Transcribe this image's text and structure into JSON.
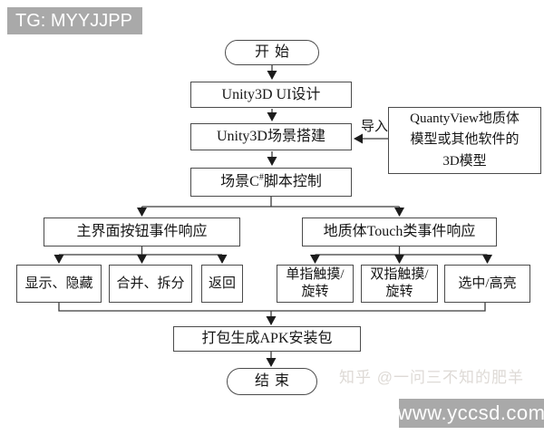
{
  "badges": {
    "tg": "TG: MYYJJPP",
    "site": "www.yccsd.com"
  },
  "watermark": "知乎 @一问三不知的肥羊",
  "colors": {
    "badge_bg": "#a9a9a9",
    "badge_text": "#ffffff",
    "line": "#3a3a3a",
    "box_border": "#4b4b4b",
    "watermark_text": "#dedad6"
  },
  "flowchart": {
    "start": "开始",
    "ui_design": "Unity3D UI设计",
    "scene_build": "Unity3D场景搭建",
    "import_label": "导入",
    "model_source": "QuantyView地质体\n模型或其他软件的\n3D模型",
    "script_control": {
      "pre": "场景C",
      "sup": "#",
      "post": "脚本控制"
    },
    "branch_left": "主界面按钮事件响应",
    "branch_right": "地质体Touch类事件响应",
    "left_items": [
      "显示、隐藏",
      "合并、拆分",
      "返回"
    ],
    "right_items": [
      "单指触摸/\n旋转",
      "双指触摸/\n旋转",
      "选中/高亮"
    ],
    "package": "打包生成APK安装包",
    "end": "结束"
  }
}
